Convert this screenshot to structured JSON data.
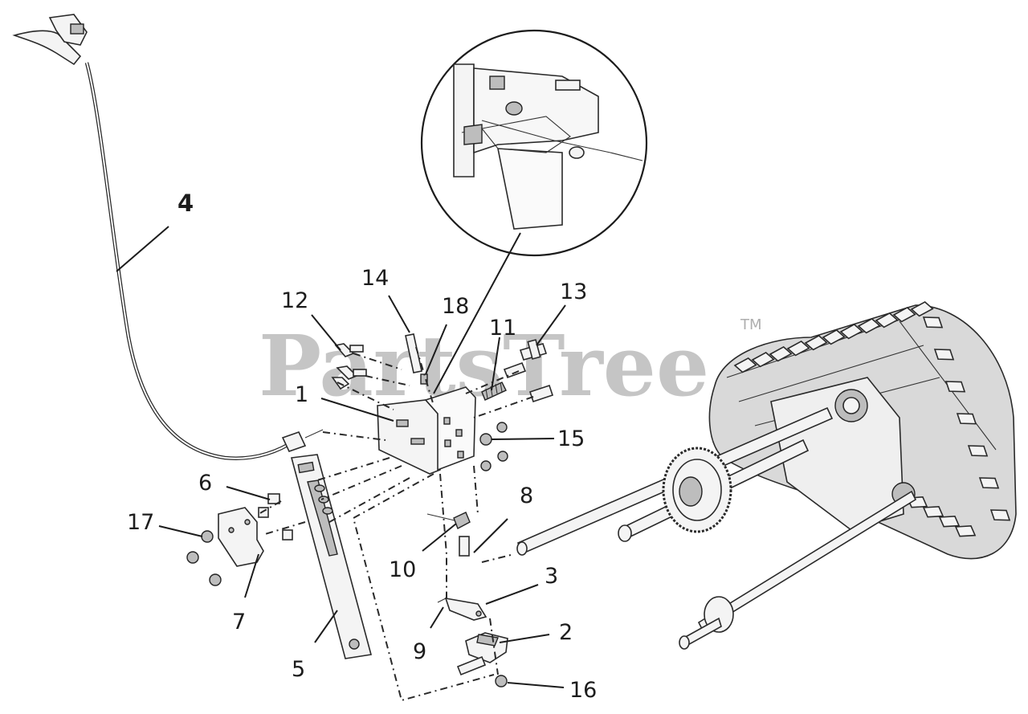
{
  "diagram": {
    "watermark": {
      "text": "PartsTree",
      "trademark": "TM"
    },
    "callouts": [
      {
        "id": "1",
        "label": "1"
      },
      {
        "id": "2",
        "label": "2"
      },
      {
        "id": "3",
        "label": "3"
      },
      {
        "id": "4",
        "label": "4"
      },
      {
        "id": "5",
        "label": "5"
      },
      {
        "id": "6",
        "label": "6"
      },
      {
        "id": "7",
        "label": "7"
      },
      {
        "id": "8",
        "label": "8"
      },
      {
        "id": "9",
        "label": "9"
      },
      {
        "id": "10",
        "label": "10"
      },
      {
        "id": "11",
        "label": "11"
      },
      {
        "id": "12",
        "label": "12"
      },
      {
        "id": "13",
        "label": "13"
      },
      {
        "id": "14",
        "label": "14"
      },
      {
        "id": "15",
        "label": "15"
      },
      {
        "id": "16",
        "label": "16"
      },
      {
        "id": "17",
        "label": "17"
      },
      {
        "id": "18",
        "label": "18"
      }
    ],
    "colors": {
      "ink": "#1c1c1c",
      "watermark": "#8c8c8c",
      "background": "#ffffff"
    }
  }
}
